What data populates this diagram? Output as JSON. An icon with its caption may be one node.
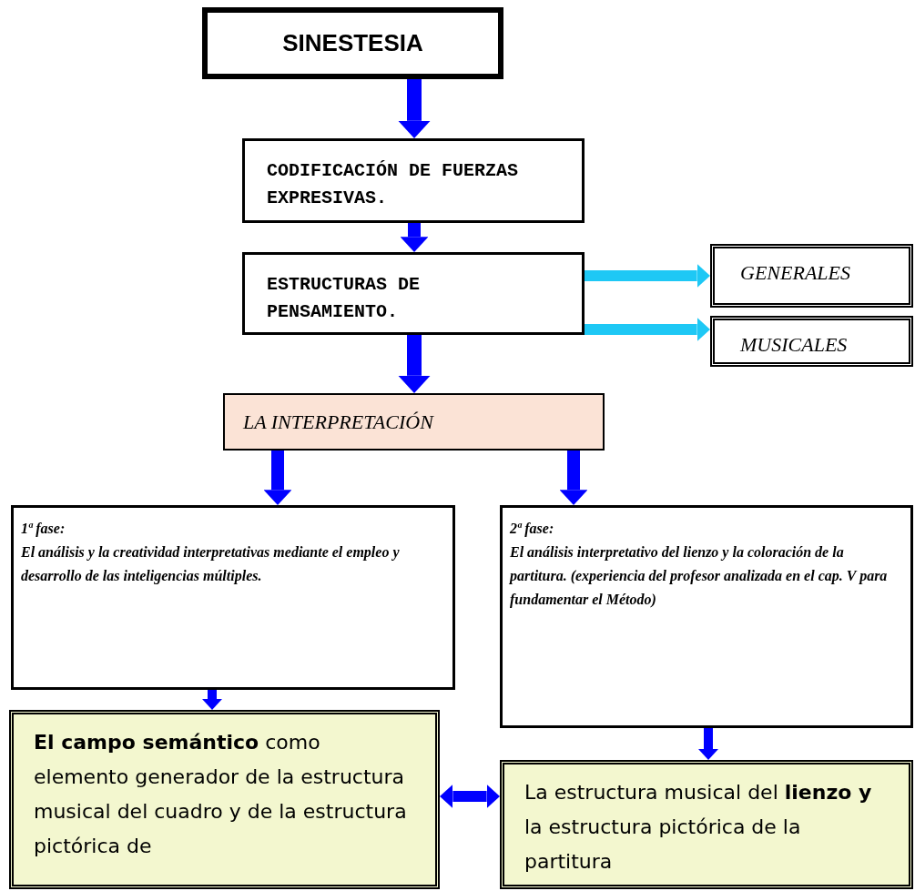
{
  "diagram": {
    "nodes": [
      {
        "text": [
          "SINESTESIA"
        ]
      },
      {
        "text": [
          "CODIFICACIÓN DE FUERZAS EXPRESIVAS."
        ]
      },
      {
        "text": [
          "ESTRUCTURAS DE PENSAMIENTO."
        ]
      },
      {
        "text": [
          "GENERALES"
        ]
      },
      {
        "text": [
          "MUSICALES"
        ]
      },
      {
        "text": [
          "LA INTERPRETACIÓN"
        ]
      },
      {
        "text": [
          "1ª fase:",
          "El análisis y la creatividad interpretativas mediante el empleo y desarrollo de las inteligencias múltiples."
        ]
      },
      {
        "text": [
          "2ª fase:",
          "El análisis interpretativo del lienzo y la coloración de la partitura. (experiencia del profesor analizada en el cap. V para fundamentar el Método)"
        ]
      },
      {
        "text": [
          "**El campo semántico** como elemento generador de la estructura musical del cuadro y de la estructura pictórica de"
        ]
      },
      {
        "text": [
          "La estructura musical del **lienzo y** la estructura pictórica de la partitura"
        ]
      }
    ],
    "edges": [
      {
        "from": 0,
        "to": 1,
        "arrow": "to"
      },
      {
        "from": 1,
        "to": 2,
        "arrow": "to"
      },
      {
        "from": 2,
        "to": 3,
        "arrow": "to",
        "color": "#1ec8f5"
      },
      {
        "from": 2,
        "to": 4,
        "arrow": "to",
        "color": "#1ec8f5"
      },
      {
        "from": 2,
        "to": 5,
        "arrow": "to"
      },
      {
        "from": 5,
        "to": 6,
        "arrow": "to"
      },
      {
        "from": 5,
        "to": 7,
        "arrow": "to"
      },
      {
        "from": 6,
        "to": 8,
        "arrow": "to"
      },
      {
        "from": 7,
        "to": 9,
        "arrow": "to"
      },
      {
        "from": 8,
        "to": 9,
        "arrow": "both"
      }
    ]
  }
}
